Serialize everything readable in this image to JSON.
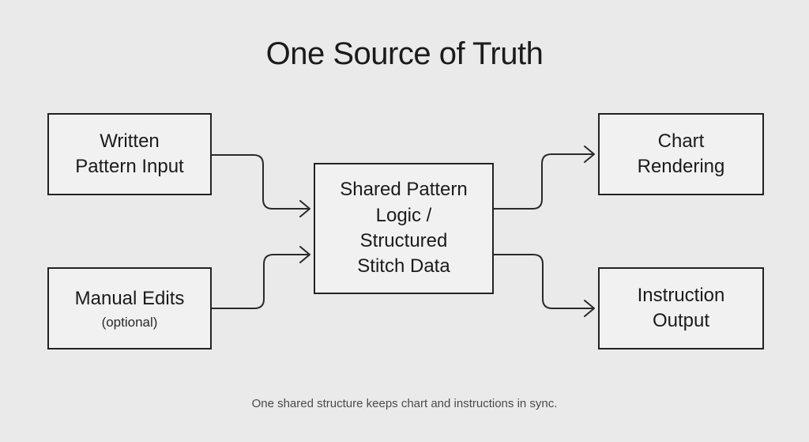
{
  "title": "One Source of Truth",
  "caption": "One shared structure keeps chart and instructions in sync.",
  "nodes": {
    "written": {
      "label": "Written\nPattern Input"
    },
    "manual": {
      "label": "Manual Edits",
      "sublabel": "(optional)"
    },
    "shared": {
      "label": "Shared Pattern\nLogic /\nStructured\nStitch Data"
    },
    "chart": {
      "label": "Chart\nRendering"
    },
    "instruction": {
      "label": "Instruction\nOutput"
    }
  },
  "edges": [
    {
      "from": "written",
      "to": "shared"
    },
    {
      "from": "manual",
      "to": "shared"
    },
    {
      "from": "shared",
      "to": "chart"
    },
    {
      "from": "shared",
      "to": "instruction"
    }
  ],
  "colors": {
    "background": "#eaeaea",
    "box_fill": "#f1f1f1",
    "box_border": "#222222",
    "connector": "#2a2a2a",
    "text": "#1b1b1b",
    "caption_text": "#4a4a4a"
  }
}
